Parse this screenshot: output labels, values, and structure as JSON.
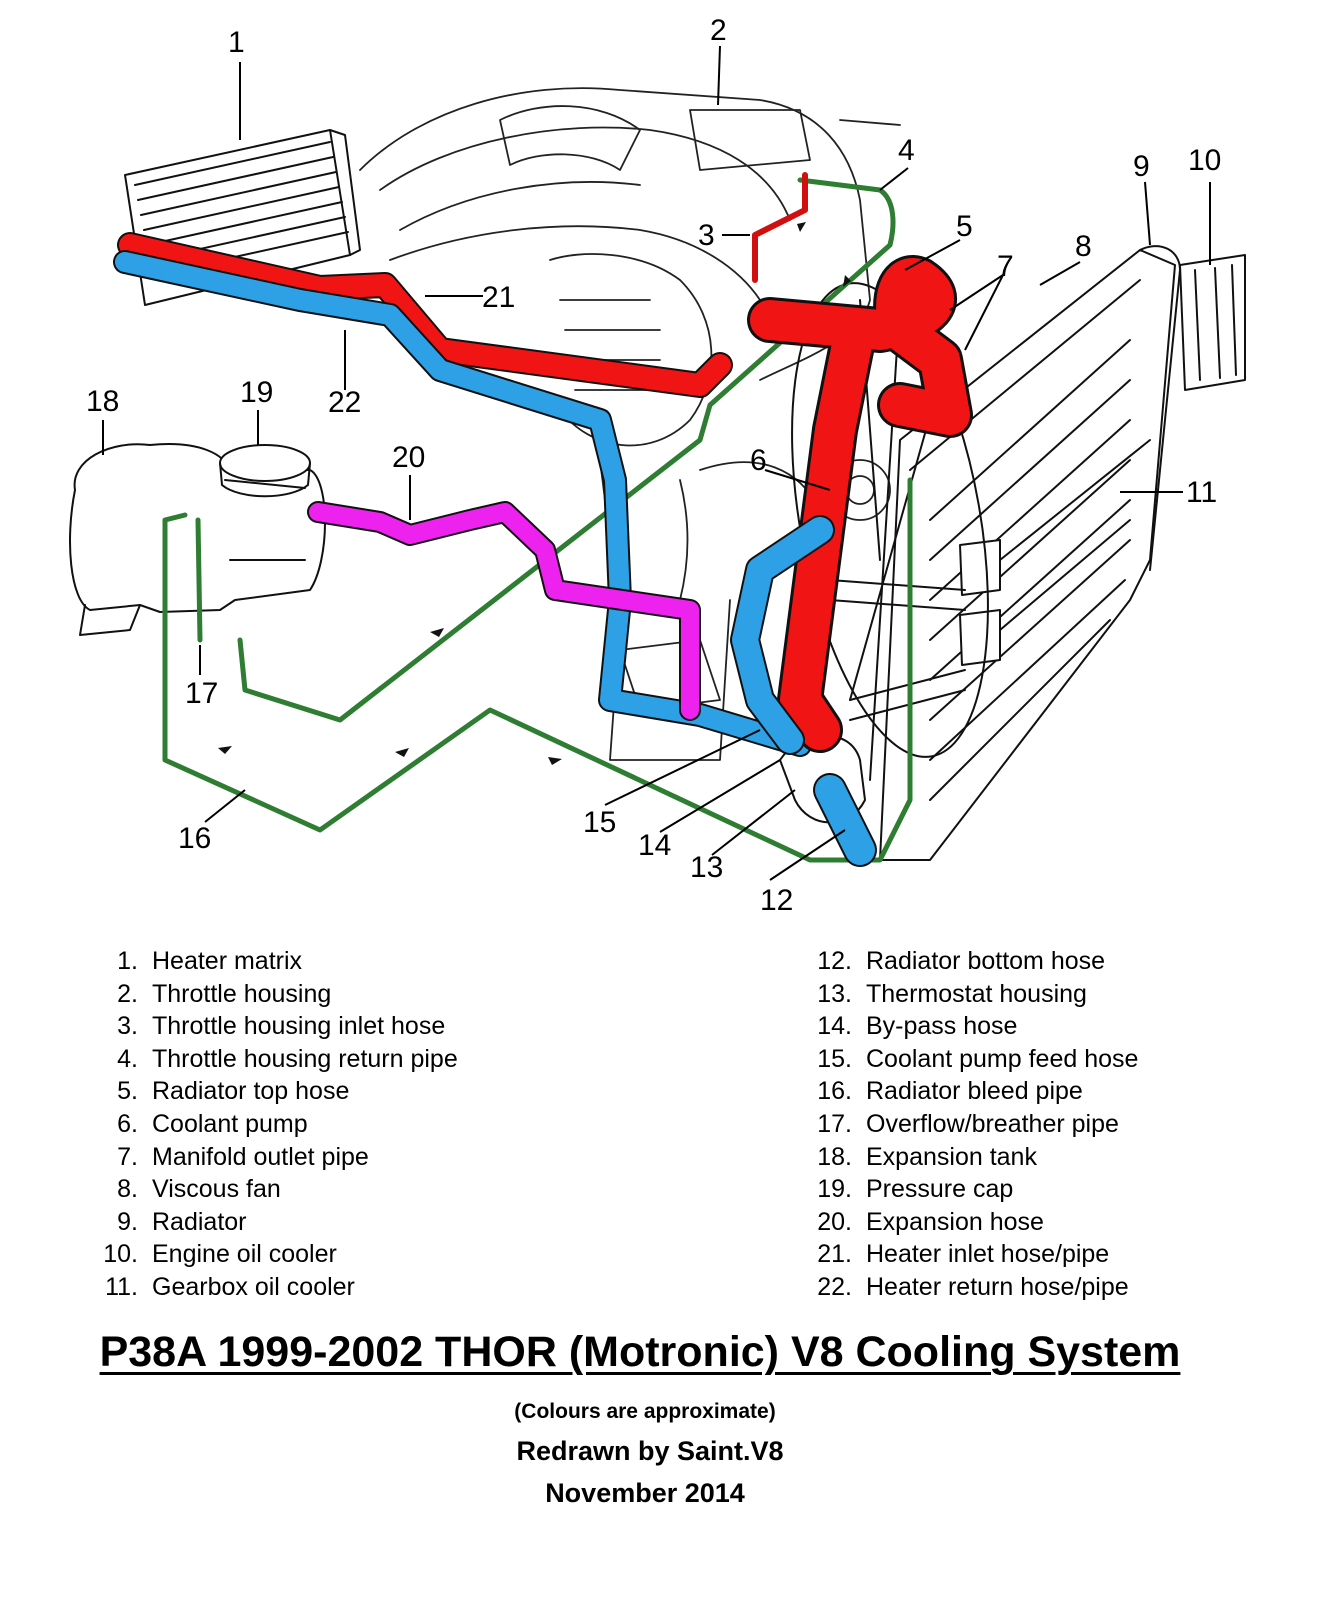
{
  "diagram": {
    "colors": {
      "hot": "#f01414",
      "return": "#2ea0e6",
      "expansion": "#ee22ee",
      "bleed": "#2e7d32",
      "outline": "#111111"
    },
    "callouts": [
      "1",
      "2",
      "3",
      "4",
      "5",
      "6",
      "7",
      "8",
      "9",
      "10",
      "11",
      "12",
      "13",
      "14",
      "15",
      "16",
      "17",
      "18",
      "19",
      "20",
      "21",
      "22"
    ]
  },
  "legend": {
    "left": [
      {
        "num": "1.",
        "label": "Heater matrix"
      },
      {
        "num": "2.",
        "label": "Throttle housing"
      },
      {
        "num": "3.",
        "label": "Throttle housing inlet hose"
      },
      {
        "num": "4.",
        "label": "Throttle housing return pipe"
      },
      {
        "num": "5.",
        "label": "Radiator top hose"
      },
      {
        "num": "6.",
        "label": "Coolant pump"
      },
      {
        "num": "7.",
        "label": "Manifold outlet pipe"
      },
      {
        "num": "8.",
        "label": "Viscous fan"
      },
      {
        "num": "9.",
        "label": "Radiator"
      },
      {
        "num": "10.",
        "label": "Engine oil cooler"
      },
      {
        "num": "11.",
        "label": "Gearbox oil cooler"
      }
    ],
    "right": [
      {
        "num": "12.",
        "label": "Radiator bottom hose"
      },
      {
        "num": "13.",
        "label": "Thermostat housing"
      },
      {
        "num": "14.",
        "label": "By-pass hose"
      },
      {
        "num": "15.",
        "label": "Coolant pump feed hose"
      },
      {
        "num": "16.",
        "label": "Radiator bleed pipe"
      },
      {
        "num": "17.",
        "label": "Overflow/breather pipe"
      },
      {
        "num": "18.",
        "label": "Expansion tank"
      },
      {
        "num": "19.",
        "label": "Pressure cap"
      },
      {
        "num": "20.",
        "label": "Expansion hose"
      },
      {
        "num": "21.",
        "label": "Heater inlet hose/pipe"
      },
      {
        "num": "22.",
        "label": "Heater return hose/pipe"
      }
    ]
  },
  "title": "P38A 1999-2002 THOR (Motronic) V8 Cooling System",
  "note": "(Colours are approximate)",
  "credit": "Redrawn by Saint.V8",
  "date": "November 2014"
}
